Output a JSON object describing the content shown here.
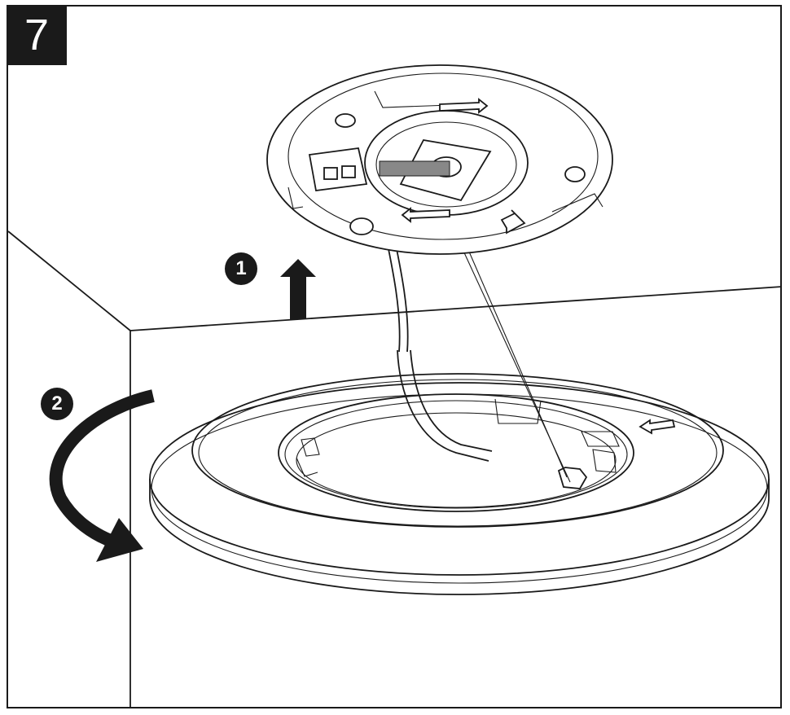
{
  "step": {
    "number": "7"
  },
  "markers": [
    {
      "number": "1",
      "arrow": "up-arrow"
    },
    {
      "number": "2",
      "arrow": "curved-rotate-arrow"
    }
  ],
  "colors": {
    "ink": "#1a1a1a",
    "paper": "#ffffff",
    "tape": "#888888"
  }
}
